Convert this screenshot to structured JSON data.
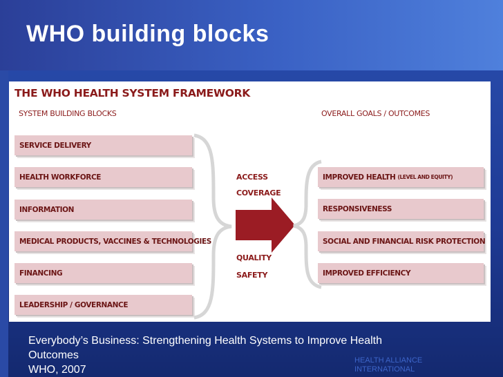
{
  "slide": {
    "title": "WHO building blocks",
    "caption_line1": "Everybody’s Business: Strengthening Health Systems to Improve Health",
    "caption_line2": "Outcomes",
    "caption_line3": "WHO, 2007",
    "logo_line1": "HEALTH ALLIANCE",
    "logo_line2": "INTERNATIONAL"
  },
  "framework": {
    "title": "THE WHO HEALTH SYSTEM FRAMEWORK",
    "left_heading": "SYSTEM BUILDING BLOCKS",
    "right_heading": "OVERALL GOALS / OUTCOMES",
    "building_blocks": [
      "SERVICE DELIVERY",
      "HEALTH WORKFORCE",
      "INFORMATION",
      "MEDICAL PRODUCTS, VACCINES & TECHNOLOGIES",
      "FINANCING",
      "LEADERSHIP / GOVERNANCE"
    ],
    "middle_top": [
      "ACCESS",
      "COVERAGE"
    ],
    "middle_bottom": [
      "QUALITY",
      "SAFETY"
    ],
    "outcomes": [
      {
        "label": "IMPROVED HEALTH",
        "note": "(LEVEL AND EQUITY)"
      },
      {
        "label": "RESPONSIVENESS"
      },
      {
        "label": "SOCIAL AND FINANCIAL RISK PROTECTION"
      },
      {
        "label": "IMPROVED EFFICIENCY"
      }
    ],
    "colors": {
      "block_fill": "#e8c9cd",
      "text": "#8b1b1b",
      "arrow": "#9b1c24",
      "brace": "#d6d6d6"
    }
  }
}
